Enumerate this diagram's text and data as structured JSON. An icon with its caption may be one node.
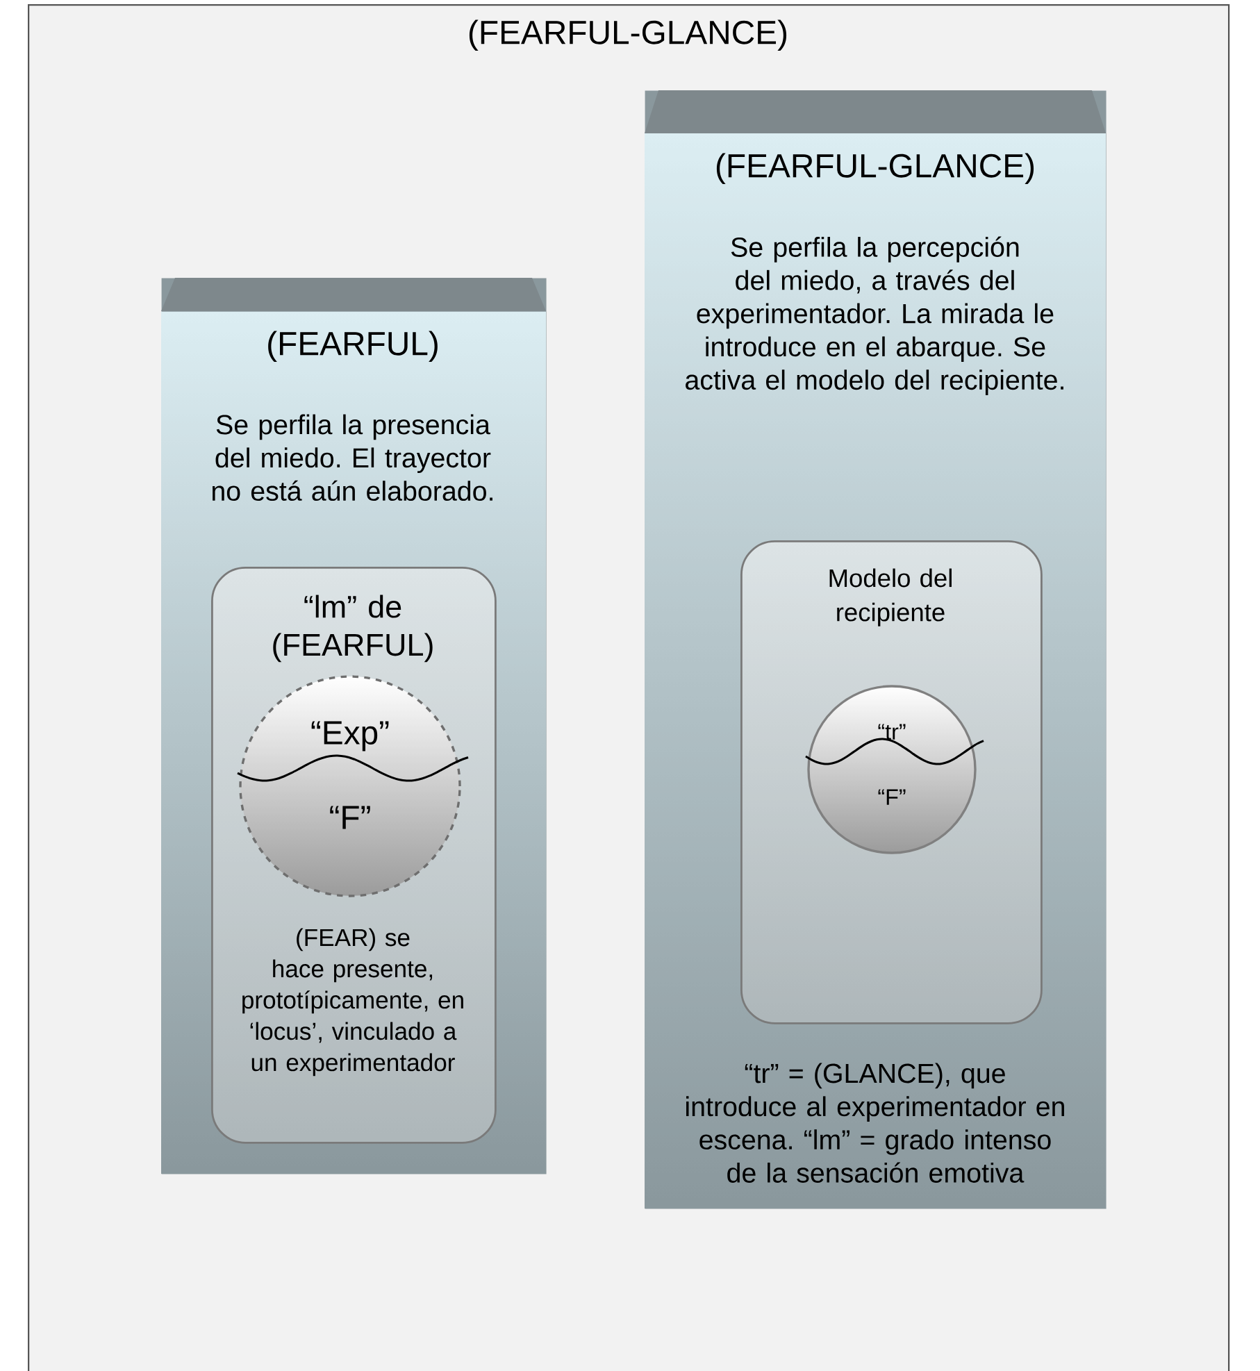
{
  "diagram": {
    "nodes": [
      {
        "text": [
          "(FEARFUL-GLANCE)"
        ]
      },
      {
        "text": [
          "(FEARFUL)",
          "Se perfila la presencia del miedo. El trayector no está aún elaborado."
        ],
        "in": 0
      },
      {
        "text": [
          "“lm” de (FEARFUL)",
          "(FEAR) se hace presente, prototípicamente, en ‘locus’, vinculado a un experimentador"
        ],
        "in": 1
      },
      {
        "text": [
          "“Exp”",
          "“F”"
        ],
        "in": 2
      },
      {
        "text": [
          "(FEARFUL-GLANCE)",
          "Se perfila la percepción del miedo, a través del experimentador. La mirada le introduce en el abarque. Se activa el modelo del recipiente.",
          "“tr” = (GLANCE), que introduce al experimentador en escena. “lm” = grado intenso de la sensación emotiva"
        ],
        "in": 0
      },
      {
        "text": [
          "Modelo del recipiente"
        ],
        "in": 4
      },
      {
        "text": [
          "“tr”",
          "“F”"
        ],
        "in": 5
      }
    ],
    "edges": []
  }
}
